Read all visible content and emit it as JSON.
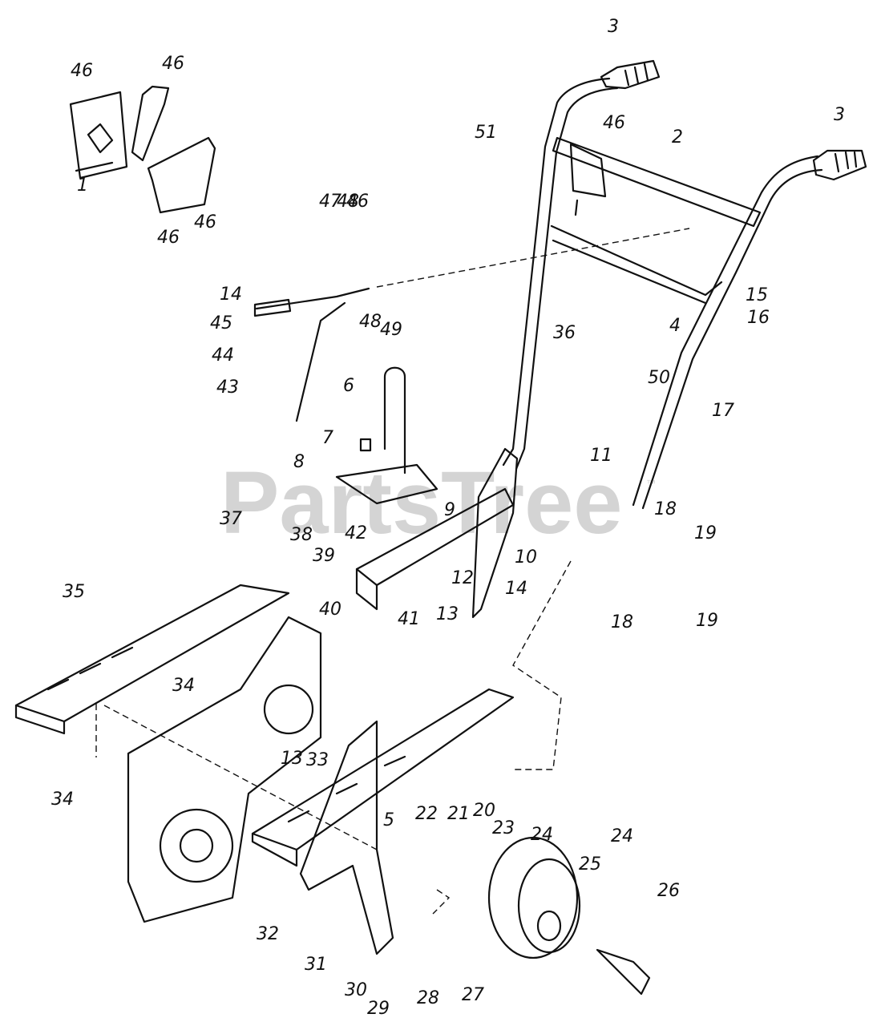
{
  "watermark": "PartsTree",
  "trademark": "™",
  "callouts": [
    "1",
    "2",
    "3",
    "3",
    "4",
    "5",
    "6",
    "7",
    "8",
    "9",
    "10",
    "11",
    "12",
    "13",
    "13",
    "14",
    "14",
    "15",
    "16",
    "17",
    "18",
    "18",
    "19",
    "19",
    "20",
    "21",
    "22",
    "23",
    "24",
    "24",
    "25",
    "26",
    "27",
    "28",
    "29",
    "30",
    "31",
    "32",
    "33",
    "34",
    "34",
    "35",
    "36",
    "37",
    "38",
    "39",
    "40",
    "41",
    "42",
    "43",
    "44",
    "45",
    "46",
    "46",
    "46",
    "46",
    "46",
    "46",
    "47",
    "48",
    "48",
    "49",
    "50",
    "51"
  ]
}
